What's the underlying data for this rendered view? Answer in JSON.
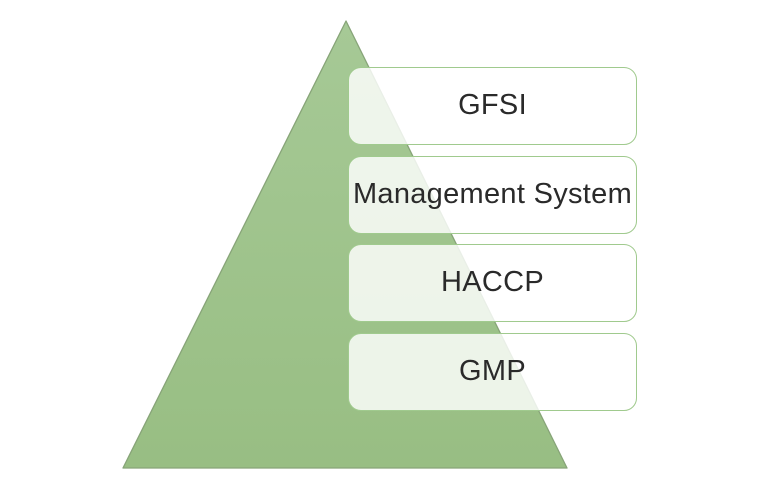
{
  "diagram": {
    "type": "pyramid",
    "levels": [
      {
        "label": "GFSI"
      },
      {
        "label": "Management System"
      },
      {
        "label": "HACCP"
      },
      {
        "label": "GMP"
      }
    ],
    "colors": {
      "background": "#ffffff",
      "pyramid_fill_top": "#a6c996",
      "pyramid_fill_bottom": "#98be83",
      "pyramid_stroke": "#87a478",
      "box_border": "#a0ca8e",
      "box_fill": "rgba(255,255,255,0.82)",
      "text": "#2a2a2a"
    }
  }
}
